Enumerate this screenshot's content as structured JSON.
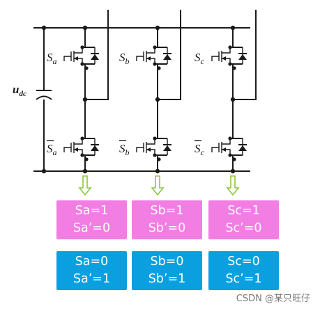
{
  "labels": {
    "udc_main": "u",
    "udc_sub": "dc",
    "switch_symbol": "S",
    "legs": [
      {
        "upper_sub": "a",
        "lower_sub": "a"
      },
      {
        "upper_sub": "b",
        "lower_sub": "b"
      },
      {
        "upper_sub": "c",
        "lower_sub": "c"
      }
    ]
  },
  "states_on": [
    {
      "line1": "Sa=1",
      "line2": "Sa’=0"
    },
    {
      "line1": "Sb=1",
      "line2": "Sb’=0"
    },
    {
      "line1": "Sc=1",
      "line2": "Sc’=0"
    }
  ],
  "states_off": [
    {
      "line1": "Sa=0",
      "line2": "Sa’=1"
    },
    {
      "line1": "Sb=0",
      "line2": "Sb’=1"
    },
    {
      "line1": "Sc=0",
      "line2": "Sc’=1"
    }
  ],
  "colors": {
    "on_box": "#f27ee4",
    "off_box": "#0aa0e0",
    "arrow": "#8dc63f"
  },
  "watermark": "CSDN @某只旺仔"
}
